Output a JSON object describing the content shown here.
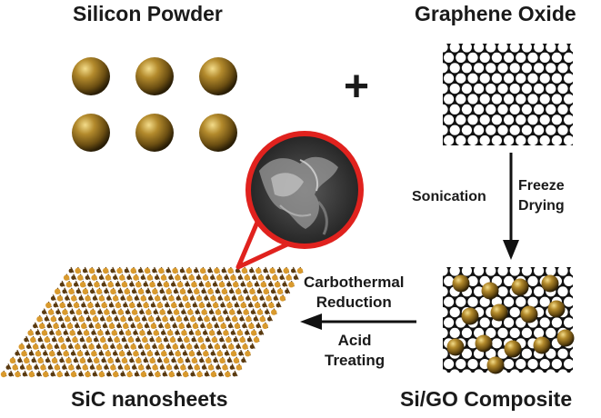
{
  "titles": {
    "silicon_powder": "Silicon Powder",
    "graphene_oxide": "Graphene Oxide",
    "sic_nanosheets": "SiC nanosheets",
    "si_go_composite": "Si/GO Composite"
  },
  "operators": {
    "plus": "+"
  },
  "steps": {
    "sonication": "Sonication",
    "freeze_line1": "Freeze",
    "freeze_line2": "Drying",
    "carbothermal_line1": "Carbothermal",
    "carbothermal_line2": "Reduction",
    "acid_line1": "Acid",
    "acid_line2": "Treating"
  },
  "colors": {
    "sphere_gold": "#8a6a1c",
    "sphere_dark": "#2a1e06",
    "lattice": "#111111",
    "zoom_ring": "#e0221e",
    "sic_orange": "#d99a2e",
    "sic_dark": "#5a3a10"
  },
  "diagram": {
    "silicon_grid": {
      "rows": 2,
      "cols": 3
    },
    "composite_particle_count": 14
  }
}
